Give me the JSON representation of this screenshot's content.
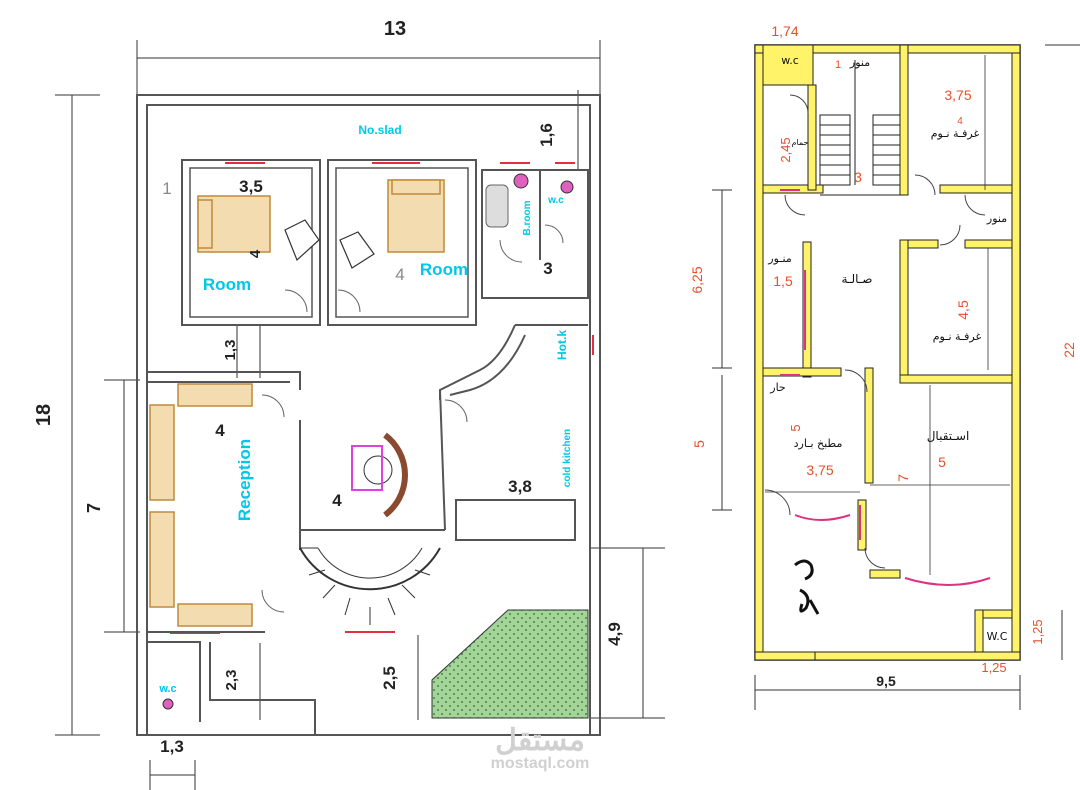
{
  "plan1": {
    "overall_width": "13",
    "overall_height": "18",
    "left_seven": "7",
    "setback_top": "1,6",
    "rooms": {
      "no_slad": "No.slad",
      "room1_label": "Room",
      "room1_size_w": "3,5",
      "room1_size_h": "4",
      "room2_label": "Room",
      "room2_size": "4",
      "broom": "B.room",
      "wc_upper": "w.c",
      "three": "3",
      "hot_kitchen": "Hot.k",
      "cold_kitchen": "cold kitchen",
      "kitchen_w": "3,8",
      "reception": "Reception",
      "reception_w": "4",
      "hall_size": "4",
      "left_one": "1",
      "corridor": "1,3",
      "wc_lower": "w.c",
      "wc_lower_h": "2,3",
      "wc_lower_w": "1,3",
      "stair_depth": "2,5",
      "garden_h": "4,9"
    }
  },
  "plan2": {
    "top_w": "1,74",
    "wc_top": "w.c",
    "munawar_top": "منور",
    "one": "1",
    "hammam": "حمام",
    "hammam_h": "2,45",
    "bed1_w": "3,75",
    "bed1_label": "غرفـة نـوم",
    "bed1_h": "4",
    "stair_three": "3",
    "munawar_right": "منور",
    "munawar_left": "منـور",
    "munawar_left_w": "1,5",
    "hall": "صـالـة",
    "bed2_label": "غرفـة نـوم",
    "bed2_h": "4,5",
    "har": "حار",
    "cold_kitchen": "مطبخ بـارد",
    "cold_kitchen_h": "5",
    "cold_kitchen_w": "3,75",
    "reception": "اسـتقبال",
    "reception_w": "5",
    "reception_h": "7",
    "wc_bottom": "W.C",
    "wc_bottom_w": "1,25",
    "wc_bottom_h": "1,25",
    "bottom_w": "9,5",
    "dim_625": "6,25",
    "dim_5": "5",
    "dim_22": "22"
  },
  "watermark": {
    "logo": "مستقل",
    "site": "mostaql.com"
  }
}
